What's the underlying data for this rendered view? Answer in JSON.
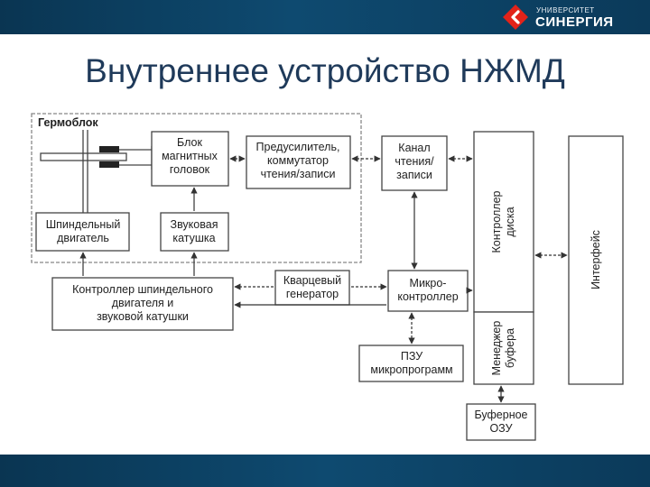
{
  "brand": {
    "top_line": "УНИВЕРСИТЕТ",
    "name": "СИНЕРГИЯ",
    "accent_color": "#e2231a"
  },
  "slide": {
    "title": "Внутреннее устройство НЖМД"
  },
  "diagram": {
    "hermoblock": "Гермоблок",
    "head_block": [
      "Блок",
      "магнитных",
      "головок"
    ],
    "preamp": [
      "Предусилитель,",
      "коммутатор",
      "чтения/записи"
    ],
    "channel": [
      "Канал",
      "чтения/",
      "записи"
    ],
    "disk_controller": [
      "Контроллер",
      "диска"
    ],
    "interface": "Интерфейс",
    "spindle_motor": [
      "Шпиндельный",
      "двигатель"
    ],
    "voice_coil": [
      "Звуковая",
      "катушка"
    ],
    "crystal_oscillator": [
      "Кварцевый",
      "генератор"
    ],
    "microcontroller": [
      "Микро-",
      "контроллер"
    ],
    "spindle_controller": [
      "Контроллер шпиндельного",
      "двигателя и",
      "звуковой катушки"
    ],
    "rom": [
      "ПЗУ",
      "микропрограмм"
    ],
    "buffer_manager": [
      "Менеджер",
      "буфера"
    ],
    "buffer_ram": [
      "Буферное",
      "ОЗУ"
    ]
  }
}
